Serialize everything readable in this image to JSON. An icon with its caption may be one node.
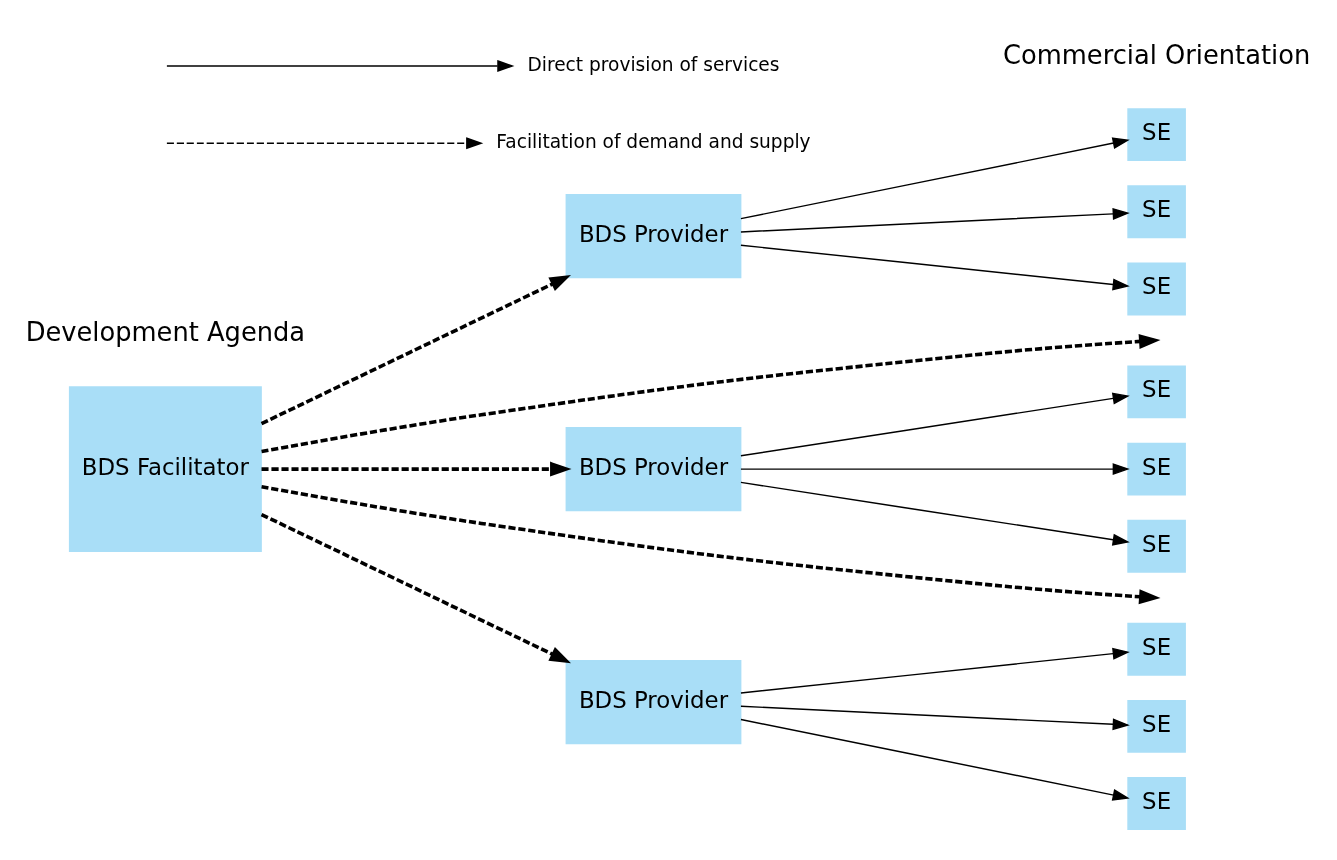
{
  "diagram": {
    "nodes": [
      {
        "text": [
          "BDS Facilitator"
        ]
      },
      {
        "text": [
          "BDS Provider"
        ]
      },
      {
        "text": [
          "BDS Provider"
        ]
      },
      {
        "text": [
          "BDS Provider"
        ]
      },
      {
        "text": [
          "SE"
        ]
      },
      {
        "text": [
          "SE"
        ]
      },
      {
        "text": [
          "SE"
        ]
      },
      {
        "text": [
          "SE"
        ]
      },
      {
        "text": [
          "SE"
        ]
      },
      {
        "text": [
          "SE"
        ]
      },
      {
        "text": [
          "SE"
        ]
      },
      {
        "text": [
          "SE"
        ]
      },
      {
        "text": [
          "SE"
        ]
      }
    ],
    "edges": [
      {
        "from": 0,
        "to": 1,
        "arrow": "to",
        "style": "dashed"
      },
      {
        "from": 0,
        "to": null,
        "arrow": "to",
        "style": "dashed"
      },
      {
        "from": 0,
        "to": 2,
        "arrow": "to",
        "style": "dashed"
      },
      {
        "from": 0,
        "to": null,
        "arrow": "to",
        "style": "dashed"
      },
      {
        "from": 0,
        "to": 3,
        "arrow": "to",
        "style": "dashed"
      },
      {
        "from": 1,
        "to": 4,
        "arrow": "to"
      },
      {
        "from": 1,
        "to": 5,
        "arrow": "to"
      },
      {
        "from": 1,
        "to": 6,
        "arrow": "to"
      },
      {
        "from": 2,
        "to": 7,
        "arrow": "to"
      },
      {
        "from": 2,
        "to": 8,
        "arrow": "to"
      },
      {
        "from": 2,
        "to": 9,
        "arrow": "to"
      },
      {
        "from": 3,
        "to": 10,
        "arrow": "to"
      },
      {
        "from": 3,
        "to": 11,
        "arrow": "to"
      },
      {
        "from": 3,
        "to": 12,
        "arrow": "to"
      }
    ],
    "labels": [
      "Development Agenda",
      "Commercial Orientation"
    ],
    "legend": [
      {
        "text": "Direct provision of services"
      },
      {
        "text": "Facilitation of demand and supply"
      }
    ]
  }
}
